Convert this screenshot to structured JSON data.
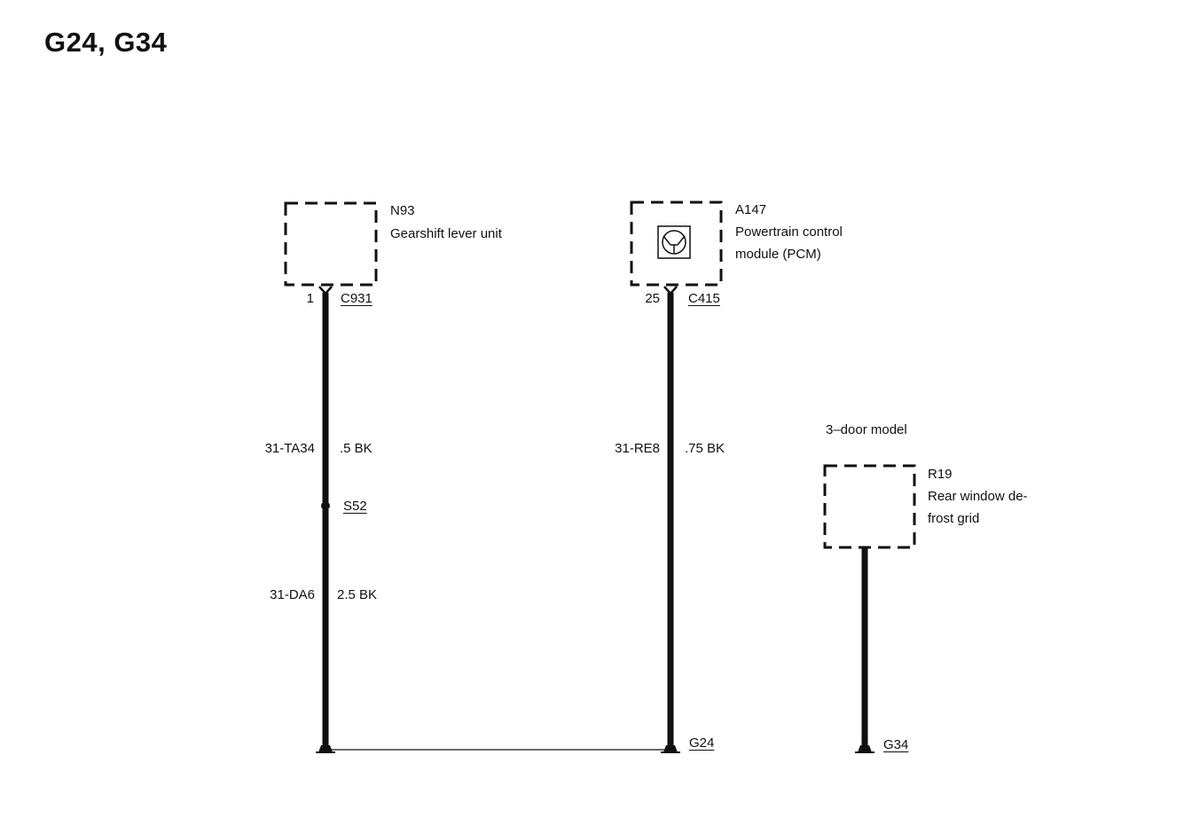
{
  "title": "G24, G34",
  "components": {
    "n93": {
      "id": "N93",
      "name": "Gearshift lever unit"
    },
    "a147": {
      "id": "A147",
      "name_line1": "Powertrain control",
      "name_line2": "module (PCM)"
    },
    "r19": {
      "id": "R19",
      "name_line1": "Rear window de-",
      "name_line2": "frost grid",
      "note": "3–door model"
    }
  },
  "connectors": {
    "c931": {
      "pin": "1",
      "id": "C931"
    },
    "c415": {
      "pin": "25",
      "id": "C415"
    }
  },
  "wires": {
    "w1": {
      "circuit": "31-TA34",
      "gauge": ".5 BK"
    },
    "w2": {
      "circuit": "31-DA6",
      "gauge": "2.5 BK"
    },
    "w3": {
      "circuit": "31-RE8",
      "gauge": ".75 BK"
    }
  },
  "splice": {
    "id": "S52"
  },
  "grounds": {
    "g24": {
      "id": "G24"
    },
    "g34": {
      "id": "G34"
    }
  }
}
